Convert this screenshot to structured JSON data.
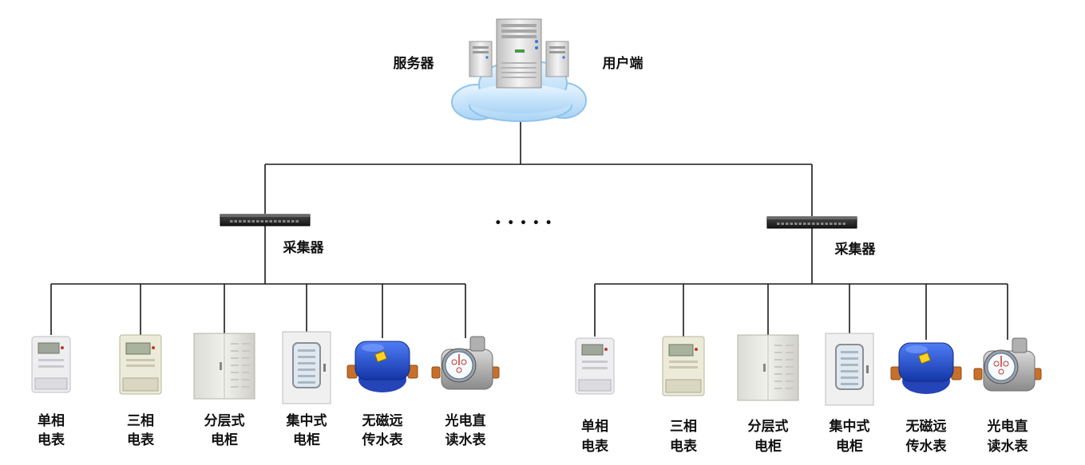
{
  "top": {
    "left_label": "服务器",
    "right_label": "用户端"
  },
  "ellipsis": "• • • • •",
  "collectors": [
    {
      "label": "采集器",
      "devices": [
        {
          "line1": "单相",
          "line2": "电表",
          "icon": "single-phase-meter-icon"
        },
        {
          "line1": "三相",
          "line2": "电表",
          "icon": "three-phase-meter-icon"
        },
        {
          "line1": "分层式",
          "line2": "电柜",
          "icon": "layered-cabinet-icon"
        },
        {
          "line1": "集中式",
          "line2": "电柜",
          "icon": "centralized-cabinet-icon"
        },
        {
          "line1": "无磁远",
          "line2": "传水表",
          "icon": "nonmagnetic-water-meter-icon"
        },
        {
          "line1": "光电直",
          "line2": "读水表",
          "icon": "photoelectric-water-meter-icon"
        }
      ]
    },
    {
      "label": "采集器",
      "devices": [
        {
          "line1": "单相",
          "line2": "电表",
          "icon": "single-phase-meter-icon"
        },
        {
          "line1": "三相",
          "line2": "电表",
          "icon": "three-phase-meter-icon"
        },
        {
          "line1": "分层式",
          "line2": "电柜",
          "icon": "layered-cabinet-icon"
        },
        {
          "line1": "集中式",
          "line2": "电柜",
          "icon": "centralized-cabinet-icon"
        },
        {
          "line1": "无磁远",
          "line2": "传水表",
          "icon": "nonmagnetic-water-meter-icon"
        },
        {
          "line1": "光电直",
          "line2": "读水表",
          "icon": "photoelectric-water-meter-icon"
        }
      ]
    }
  ],
  "colors": {
    "line": "#1a1a1a",
    "cloud": "#cfe8fb",
    "cloud_edge": "#8fc3ec",
    "switch": "#2b2b2b",
    "water_meter_blue": "#1f4fd8",
    "copper": "#c8702a"
  }
}
